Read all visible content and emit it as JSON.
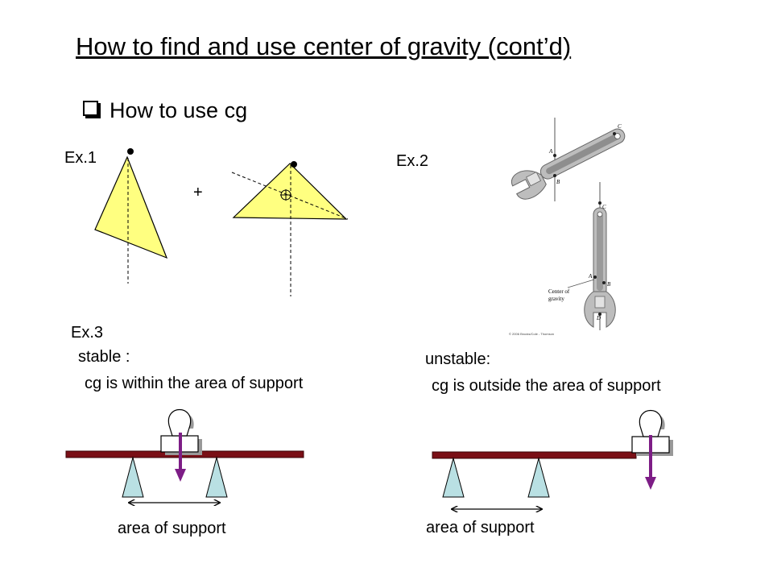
{
  "title": "How to find and use center of gravity (cont’d)",
  "bullet": "How to use cg",
  "ex1": {
    "label": "Ex.1",
    "plus": "+"
  },
  "ex2": {
    "label": "Ex.2",
    "top_wrench_points": [
      "A",
      "B",
      "C"
    ],
    "hanging_wrench_points": [
      "C",
      "A",
      "B",
      "D"
    ],
    "cg_caption_line1": "Center of",
    "cg_caption_line2": "gravity",
    "credit": "© 2006 Brooks/Cole - Thomson"
  },
  "ex3": {
    "label": "Ex.3",
    "stable": {
      "heading": "stable :",
      "desc": "cg is within the area of support",
      "support_label": "area of support"
    },
    "unstable": {
      "heading": "unstable:",
      "desc": "cg is outside the area of support",
      "support_label": "area of support"
    }
  },
  "colors": {
    "triangle_fill": "#ffff80",
    "beam": "#7a0f16",
    "arrow": "#7d1d86",
    "support_fill": "#b9e0e3",
    "wrench": "#a9a9a9"
  }
}
